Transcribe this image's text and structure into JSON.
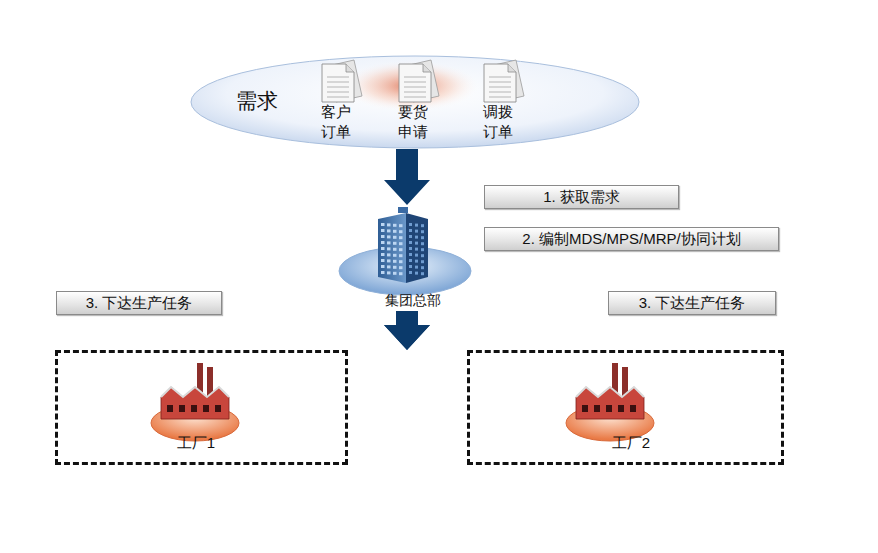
{
  "diagram": {
    "nodes": [
      {
        "text": [
          "需求"
        ]
      },
      {
        "text": [
          "客户订单"
        ],
        "in": 0
      },
      {
        "text": [
          "要货申请"
        ],
        "in": 0
      },
      {
        "text": [
          "调拨订单"
        ],
        "in": 0
      },
      {
        "text": [
          "1. 获取需求"
        ]
      },
      {
        "text": [
          "2. 编制MDS/MPS/MRP/协同计划"
        ]
      },
      {
        "text": [
          "集团总部"
        ]
      },
      {
        "text": [
          "3. 下达生产任务"
        ]
      },
      {
        "text": [
          "3. 下达生产任务"
        ]
      },
      {
        "text": [
          "工厂1"
        ]
      },
      {
        "text": [
          "工厂2"
        ]
      }
    ],
    "edges": [
      {
        "from": 0,
        "to": 6,
        "arrow": "to"
      },
      {
        "from": 6,
        "to": 9,
        "arrow": "to"
      },
      {
        "from": 6,
        "to": 10,
        "arrow": "to"
      }
    ]
  }
}
